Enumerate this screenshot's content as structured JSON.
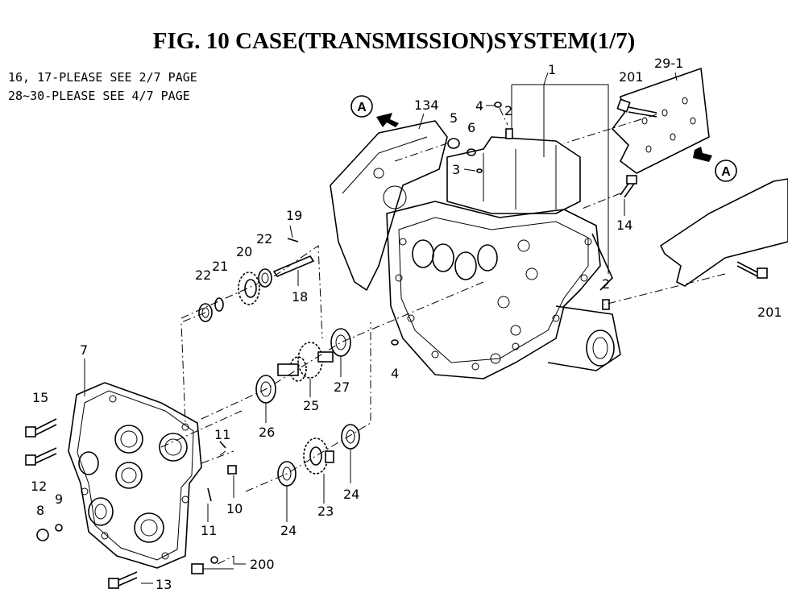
{
  "title": "FIG. 10  CASE(TRANSMISSION)SYSTEM(1/7)",
  "notes": [
    "16, 17-PLEASE SEE 2/7 PAGE",
    "28~30-PLEASE SEE 4/7 PAGE"
  ],
  "callout_mark": "A",
  "parts": {
    "p1": "1",
    "p2a": "2",
    "p2b": "2",
    "p3": "3",
    "p4a": "4",
    "p4b": "4",
    "p5": "5",
    "p6": "6",
    "p7": "7",
    "p8": "8",
    "p9": "9",
    "p10": "10",
    "p11a": "11",
    "p11b": "11",
    "p12": "12",
    "p13": "13",
    "p14": "14",
    "p15": "15",
    "p18": "18",
    "p19": "19",
    "p20": "20",
    "p21": "21",
    "p22a": "22",
    "p22b": "22",
    "p23": "23",
    "p24a": "24",
    "p24b": "24",
    "p25": "25",
    "p26": "26",
    "p27": "27",
    "p29": "29-1",
    "p134": "134",
    "p200": "200",
    "p201a": "201",
    "p201b": "201"
  }
}
